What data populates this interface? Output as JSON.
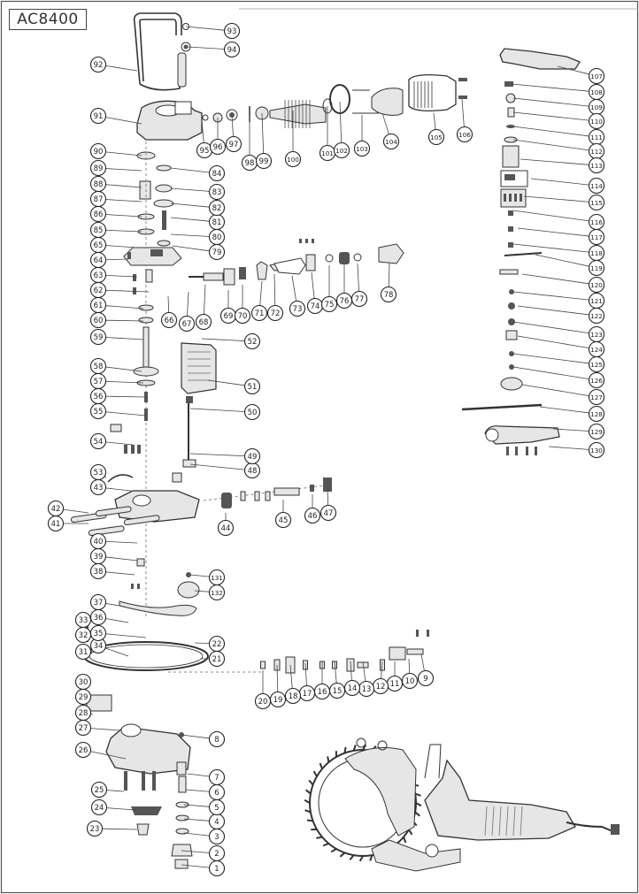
{
  "model": "AC8400",
  "part_numbers": [
    "1",
    "2",
    "3",
    "4",
    "5",
    "6",
    "7",
    "8",
    "9",
    "10",
    "11",
    "12",
    "13",
    "14",
    "15",
    "16",
    "17",
    "18",
    "19",
    "20",
    "21",
    "22",
    "23",
    "24",
    "25",
    "26",
    "27",
    "28",
    "29",
    "30",
    "31",
    "32",
    "33",
    "34",
    "35",
    "36",
    "37",
    "38",
    "39",
    "40",
    "41",
    "42",
    "43",
    "44",
    "45",
    "46",
    "47",
    "48",
    "49",
    "50",
    "51",
    "52",
    "53",
    "54",
    "55",
    "56",
    "57",
    "58",
    "59",
    "60",
    "61",
    "62",
    "63",
    "64",
    "65",
    "66",
    "67",
    "68",
    "69",
    "70",
    "71",
    "72",
    "73",
    "74",
    "75",
    "76",
    "77",
    "78",
    "79",
    "80",
    "81",
    "82",
    "83",
    "84",
    "85",
    "86",
    "87",
    "88",
    "89",
    "90",
    "91",
    "92",
    "93",
    "94",
    "95",
    "96",
    "97",
    "98",
    "99",
    "100",
    "101",
    "102",
    "103",
    "104",
    "105",
    "106",
    "107",
    "108",
    "109",
    "110",
    "111",
    "112",
    "113",
    "114",
    "115",
    "116",
    "117",
    "118",
    "119",
    "120",
    "121",
    "122",
    "123",
    "124",
    "125",
    "126",
    "127",
    "128",
    "129",
    "130",
    "131",
    "132"
  ],
  "colors": {
    "line": "#333333",
    "frame": "#555555",
    "callout": "#222222",
    "part_fill": "#e6e6e6",
    "part_dark": "#555555"
  }
}
